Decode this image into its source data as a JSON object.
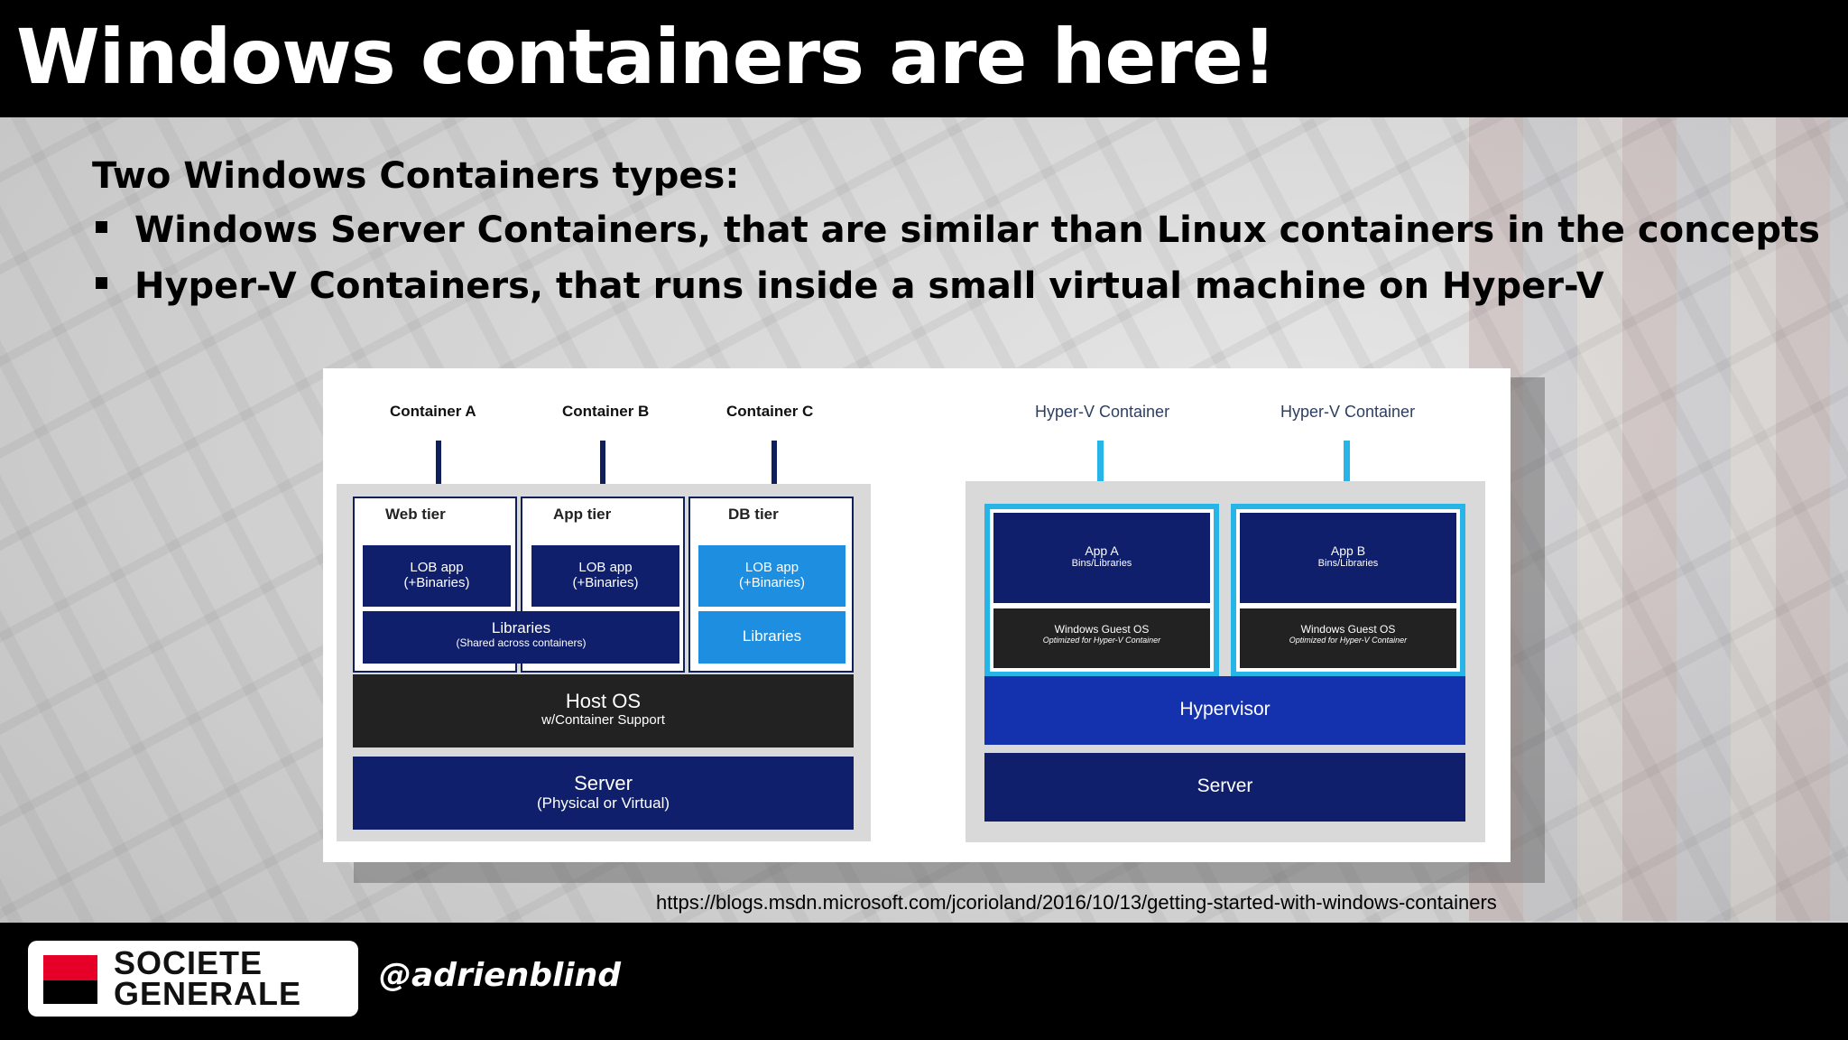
{
  "title": "Windows containers are here!",
  "intro": "Two Windows Containers types:",
  "bullets": [
    "Windows Server Containers, that are similar than Linux containers in the concepts",
    "Hyper-V Containers, that runs inside a small virtual machine on Hyper-V"
  ],
  "diagram_left": {
    "containers": [
      "Container A",
      "Container B",
      "Container C"
    ],
    "tiers": [
      "Web tier",
      "App tier",
      "DB tier"
    ],
    "lob_app": "LOB app",
    "binaries": "(+Binaries)",
    "libraries_shared": "Libraries",
    "libraries_shared_sub": "(Shared across containers)",
    "libraries_db": "Libraries",
    "host_os": "Host OS",
    "host_os_sub": "w/Container Support",
    "server": "Server",
    "server_sub": "(Physical or Virtual)"
  },
  "diagram_right": {
    "containers": [
      "Hyper-V Container",
      "Hyper-V Container"
    ],
    "apps": [
      "App A",
      "App B"
    ],
    "bins": "Bins/Libraries",
    "guest_os": "Windows Guest OS",
    "guest_os_sub": "Optimized for Hyper-V Container",
    "hypervisor": "Hypervisor",
    "server": "Server"
  },
  "source_url": "https://blogs.msdn.microsoft.com/jcorioland/2016/10/13/getting-started-with-windows-containers",
  "footer": {
    "logo_line1": "SOCIETE",
    "logo_line2": "GENERALE",
    "handle": "@adrienblind"
  },
  "colors": {
    "navy": "#0f1f6b",
    "blue": "#1e8fe0",
    "hyperv_cyan": "#27b4e6",
    "hypervisor": "#1431ae",
    "logo_red": "#e60028"
  }
}
